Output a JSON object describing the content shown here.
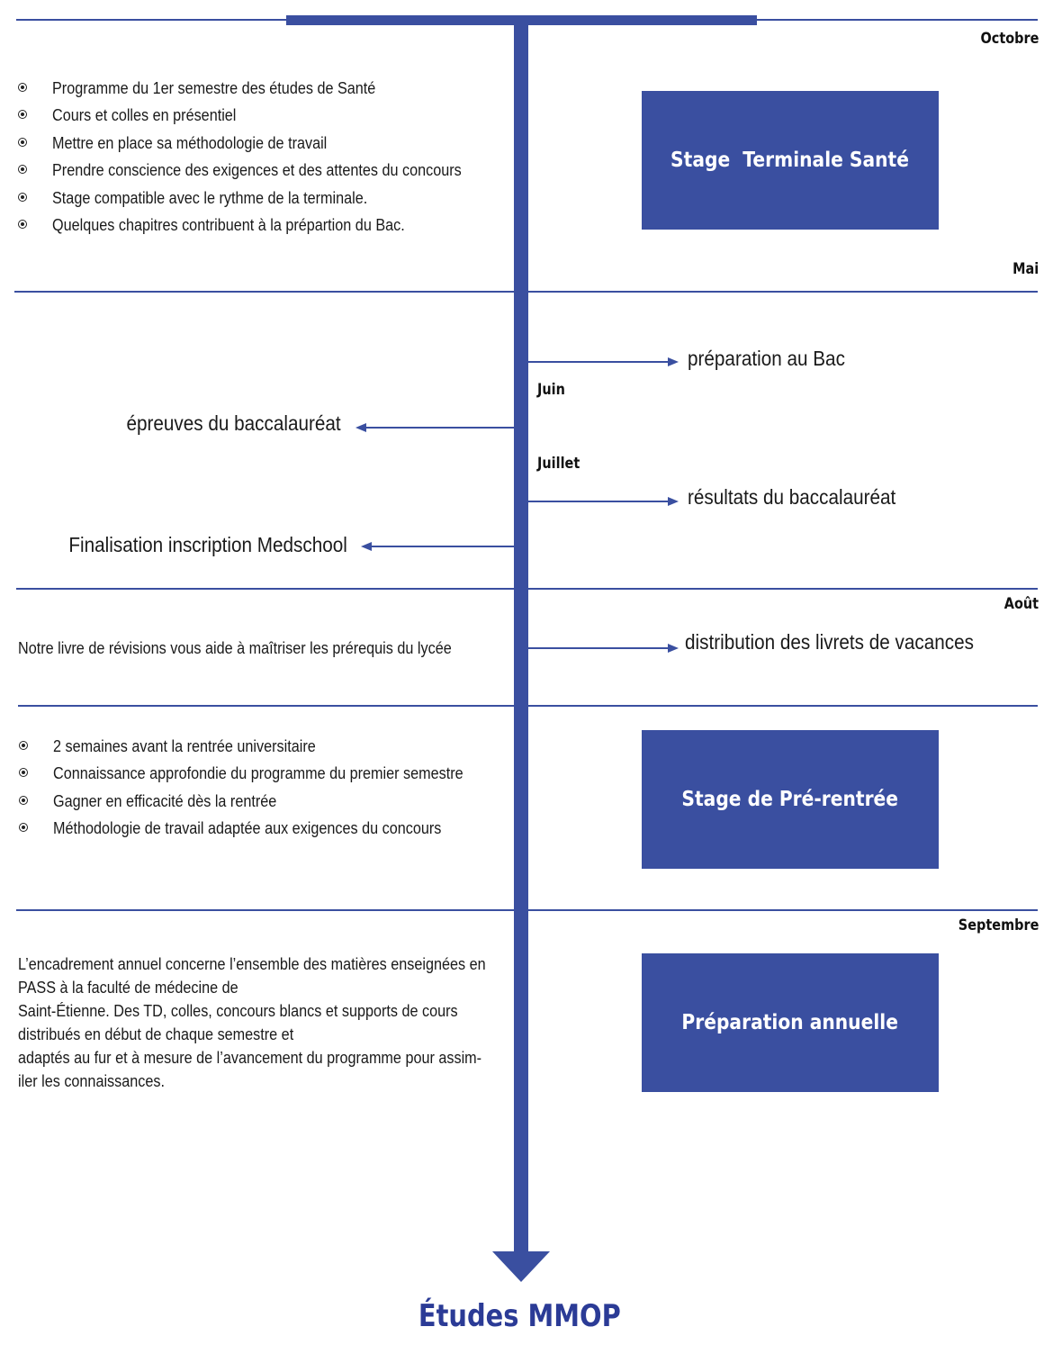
{
  "colors": {
    "accent": "#3a4fa0",
    "title": "#2b3b96"
  },
  "months": {
    "octobre": "Octobre",
    "mai": "Mai",
    "juin": "Juin",
    "juillet": "Juillet",
    "aout": "Août",
    "septembre": "Septembre"
  },
  "boxes": {
    "terminale": "Stage  Terminale Santé",
    "prerentree": "Stage de Pré-rentrée",
    "annuelle": "Préparation annuelle"
  },
  "terminale_bullets": [
    "Programme du 1er semestre des études de Santé",
    "Cours et colles en présentiel",
    "Mettre en place sa méthodologie de travail",
    "Prendre conscience des exigences et des attentes du concours",
    "Stage compatible avec le rythme de la terminale.",
    "Quelques chapitres contribuent à la prépartion du Bac."
  ],
  "events": {
    "prep_bac": "préparation au Bac",
    "epreuves": "épreuves du baccalauréat",
    "resultats": "résultats du baccalauréat",
    "inscription": "Finalisation inscription Medschool",
    "livrets": "distribution des livrets de vacances"
  },
  "revision_text": "Notre livre de révisions vous aide à maîtriser les prérequis du lycée",
  "prerentree_bullets": [
    "2 semaines avant la rentrée universitaire",
    "Connaissance approfondie du programme du premier semestre",
    "Gagner en efficacité dès la rentrée",
    "Méthodologie de travail adaptée aux exigences du concours"
  ],
  "annual_lines": [
    "L’encadrement annuel concerne l’ensemble des matières enseignées en",
    "PASS à la faculté de médecine de",
    "Saint-Étienne. Des TD, colles, concours blancs et supports de cours",
    "distribués en début de chaque semestre et",
    "adaptés au fur et à mesure de l’avancement du programme pour assim-",
    "iler les connaissances."
  ],
  "final_title": "Études MMOP"
}
